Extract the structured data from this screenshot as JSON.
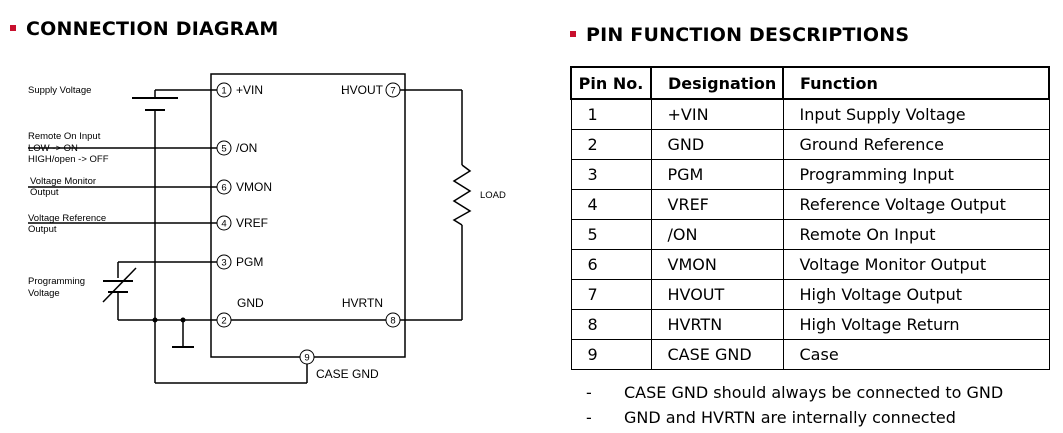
{
  "left_title": "CONNECTION DIAGRAM",
  "right_title": "PIN FUNCTION DESCRIPTIONS",
  "accent_color": "#c8102e",
  "diagram": {
    "ext_labels": {
      "supply": "Supply Voltage",
      "remote_1": "Remote On Input",
      "remote_2": "LOW -> ON",
      "remote_3": "HIGH/open -> OFF",
      "vmon_1": "Voltage Monitor",
      "vmon_2": "Output",
      "vref_1": "Voltage Reference",
      "vref_2": "Output",
      "prog_1": "Programming",
      "prog_2": "Voltage",
      "load": "LOAD"
    },
    "pins": {
      "p1_num": "1",
      "p1_name": "+VIN",
      "p5_num": "5",
      "p5_name": "/ON",
      "p6_num": "6",
      "p6_name": "VMON",
      "p4_num": "4",
      "p4_name": "VREF",
      "p3_num": "3",
      "p3_name": "PGM",
      "p2_num": "2",
      "p2_name": "GND",
      "p7_num": "7",
      "p7_name": "HVOUT",
      "p8_num": "8",
      "p8_name": "HVRTN",
      "p9_num": "9",
      "p9_name": "CASE GND"
    }
  },
  "table": {
    "headers": [
      "Pin No.",
      "Designation",
      "Function"
    ],
    "rows": [
      [
        "1",
        "+VIN",
        "Input Supply Voltage"
      ],
      [
        "2",
        "GND",
        "Ground Reference"
      ],
      [
        "3",
        "PGM",
        "Programming Input"
      ],
      [
        "4",
        "VREF",
        "Reference Voltage Output"
      ],
      [
        "5",
        "/ON",
        "Remote On Input"
      ],
      [
        "6",
        "VMON",
        "Voltage Monitor Output"
      ],
      [
        "7",
        "HVOUT",
        "High Voltage Output"
      ],
      [
        "8",
        "HVRTN",
        "High Voltage Return"
      ],
      [
        "9",
        "CASE GND",
        "Case"
      ]
    ]
  },
  "notes": {
    "dash": "-",
    "n1": "CASE GND should always be connected to GND",
    "n2": "GND and HVRTN are internally connected"
  }
}
